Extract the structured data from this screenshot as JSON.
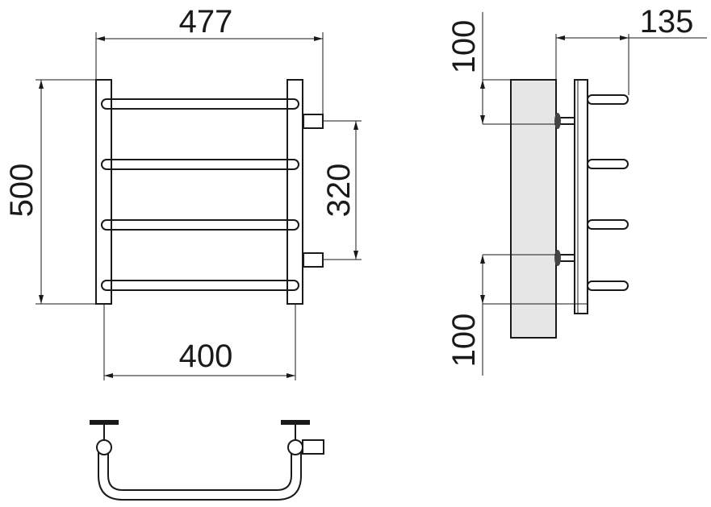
{
  "drawing": {
    "front_view": {
      "width_overall": "477",
      "height_overall": "500",
      "center_distance": "320",
      "rail_width": "400"
    },
    "side_view": {
      "depth": "135",
      "top_offset": "100",
      "bottom_offset": "100"
    },
    "colors": {
      "ink": "#1a1a1a",
      "wall": "#e6e6e6",
      "background": "#ffffff"
    }
  }
}
